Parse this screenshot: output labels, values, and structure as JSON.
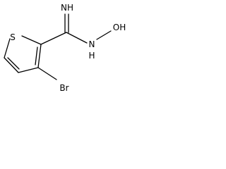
{
  "molecule": {
    "atoms": {
      "sulfur": "S",
      "imine_nitrogen": "NH",
      "hydroxylamine_nitrogen": "N",
      "hydroxylamine_hydrogen": "H",
      "hydroxyl": "OH",
      "bromine": "Br"
    },
    "colors": {
      "ink": "#000000",
      "background": "#ffffff"
    }
  }
}
